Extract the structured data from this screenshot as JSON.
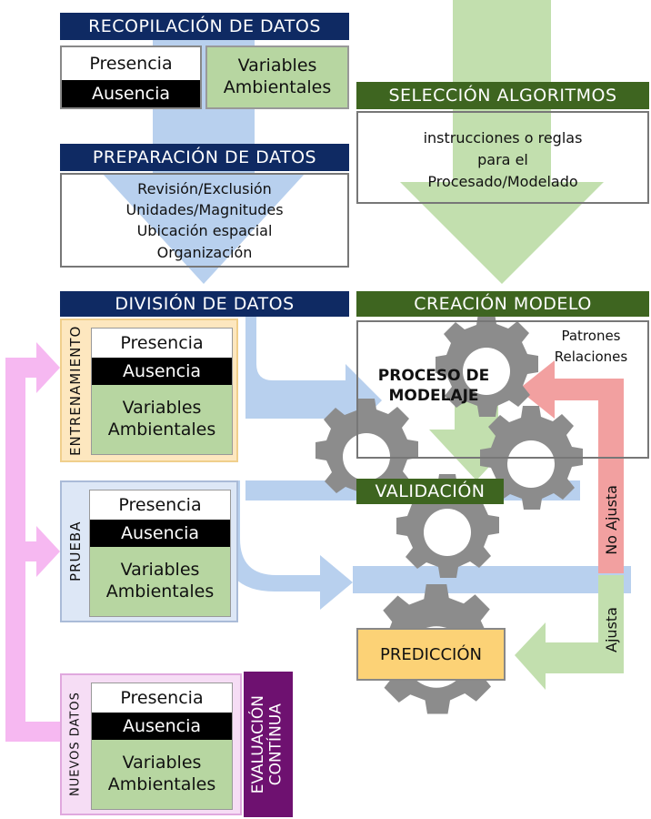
{
  "colors": {
    "navy": "#0f2a63",
    "dark_green": "#3e6520",
    "light_blue_arrow": "#b8d0ee",
    "light_green_arrow": "#c2dfae",
    "pink_arrow": "#f6b8f1",
    "red_feedback": "#f2a0a0",
    "gear_gray": "#8c8c8c",
    "predict_fill": "#fcd276",
    "training_fill": "#fde7bf",
    "testing_fill": "#dde7f6",
    "new_data_fill": "#f6ddf5",
    "eval_purple": "#6e1170"
  },
  "recopilacion": {
    "title": "RECOPILACIÓN DE DATOS",
    "presencia": "Presencia",
    "ausencia": "Ausencia",
    "variables": "Variables Ambientales"
  },
  "seleccion": {
    "title": "SELECCIÓN ALGORITMOS",
    "text_line1": "instrucciones o reglas",
    "text_line2": "para el",
    "text_line3": "Procesado/Modelado"
  },
  "preparacion": {
    "title": "PREPARACIÓN DE DATOS",
    "items": [
      "Revisión/Exclusión",
      "Unidades/Magnitudes",
      "Ubicación espacial",
      "Organización"
    ]
  },
  "division": {
    "title": "DIVISIÓN DE DATOS"
  },
  "creacion": {
    "title": "CREACIÓN MODELO",
    "patrones": "Patrones",
    "relaciones": "Relaciones",
    "proceso_line1": "PROCESO DE",
    "proceso_line2": "MODELAJE"
  },
  "entrenamiento": {
    "label": "ENTRENAMIENTO",
    "presencia": "Presencia",
    "ausencia": "Ausencia",
    "variables": "Variables Ambientales"
  },
  "prueba": {
    "label": "PRUEBA",
    "presencia": "Presencia",
    "ausencia": "Ausencia",
    "variables": "Variables Ambientales"
  },
  "validacion": {
    "title": "VALIDACIÓN"
  },
  "feedback": {
    "no_ajusta": "No Ajusta",
    "ajusta": "Ajusta"
  },
  "prediccion": {
    "title": "PREDICCIÓN"
  },
  "nuevos": {
    "label": "NUEVOS DATOS",
    "presencia": "Presencia",
    "ausencia": "Ausencia",
    "variables": "Variables Ambientales"
  },
  "evaluacion": {
    "line1": "EVALUACIÓN",
    "line2": "CONTÍNUA"
  }
}
